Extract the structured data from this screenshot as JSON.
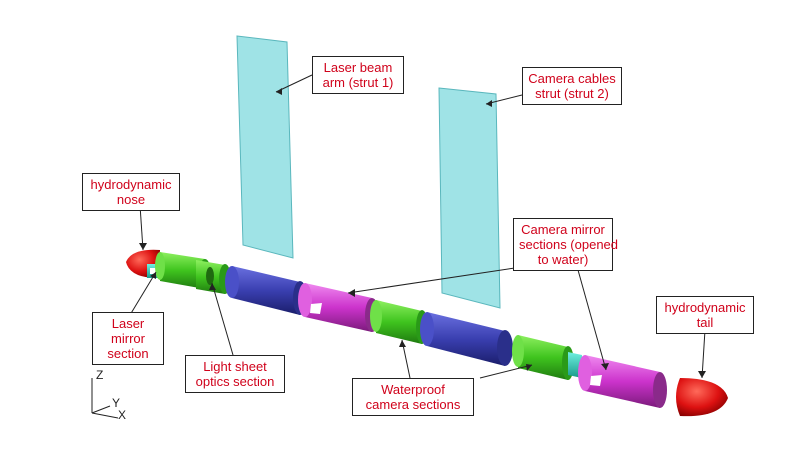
{
  "labels": {
    "laser_beam_arm": [
      "Laser beam",
      "arm (strut 1)"
    ],
    "camera_cables_strut": [
      "Camera cables",
      "strut (strut 2)"
    ],
    "hydrodynamic_nose": [
      "hydrodynamic",
      "nose"
    ],
    "camera_mirror_sections": [
      "Camera mirror",
      "sections (opened",
      "to water)"
    ],
    "hydrodynamic_tail": [
      "hydrodynamic",
      "tail"
    ],
    "laser_mirror_section": [
      "Laser",
      "mirror",
      "section"
    ],
    "light_sheet_optics": [
      "Light sheet",
      "optics section"
    ],
    "waterproof_camera": [
      "Waterproof",
      "camera sections"
    ]
  },
  "axes": {
    "z": "Z",
    "y": "Y",
    "x": "X"
  },
  "colors": {
    "label_text": "#d0021b",
    "strut_fill": "#9fe3e6",
    "green_section": "#44cc22",
    "blue_section": "#3a3fb0",
    "magenta_section": "#cc33cc",
    "red_endcap": "#dd1111"
  }
}
